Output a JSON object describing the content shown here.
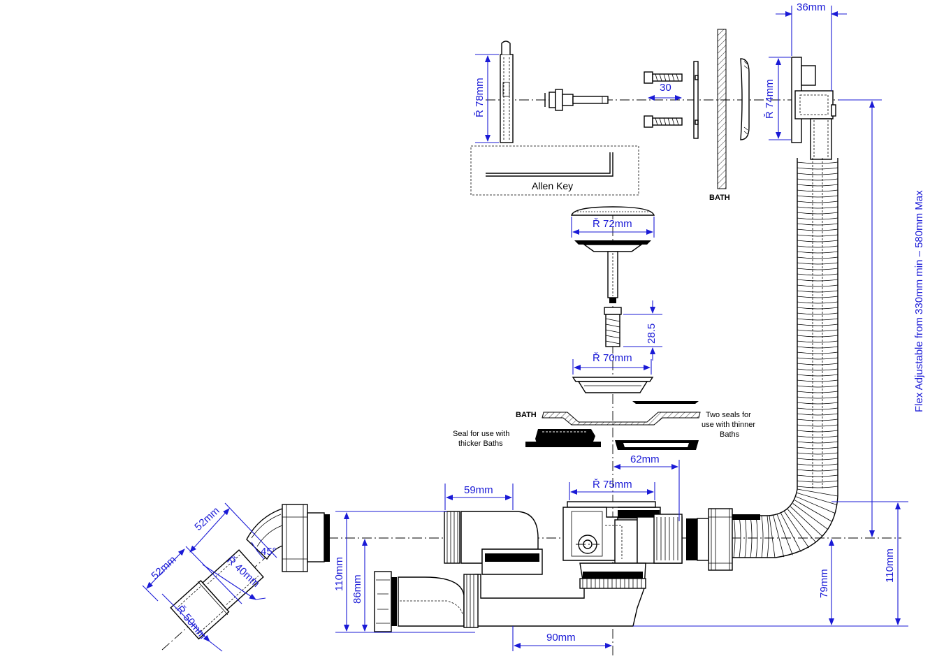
{
  "labels": {
    "allen_key": "Allen Key",
    "bath_top": "BATH",
    "bath_mid": "BATH",
    "seal_thick": [
      "Seal for use with",
      "thicker Baths"
    ],
    "seal_thin": [
      "Two seals for",
      "use with thinner",
      "Baths"
    ],
    "flex_adjustable": "Flex Adjustable from 330mm min – 580mm Max"
  },
  "dimensions": {
    "d36": "36mm",
    "d30": "30",
    "r78": "Ř 78mm",
    "r74": "Ř 74mm",
    "r72": "Ř 72mm",
    "d28_5": "28.5",
    "r70": "Ř 70mm",
    "d62": "62mm",
    "r75": "Ř 75mm",
    "d59": "59mm",
    "d52a": "52mm",
    "d52b": "52mm",
    "r40": "Ř 40mm",
    "a45": "45°",
    "r50": "Ř 50mm",
    "d110_left": "110mm",
    "d86": "86mm",
    "d90": "90mm",
    "d79": "79mm",
    "d110_right": "110mm"
  },
  "colors": {
    "dimension": "#1a1ad6",
    "line": "#000000"
  }
}
